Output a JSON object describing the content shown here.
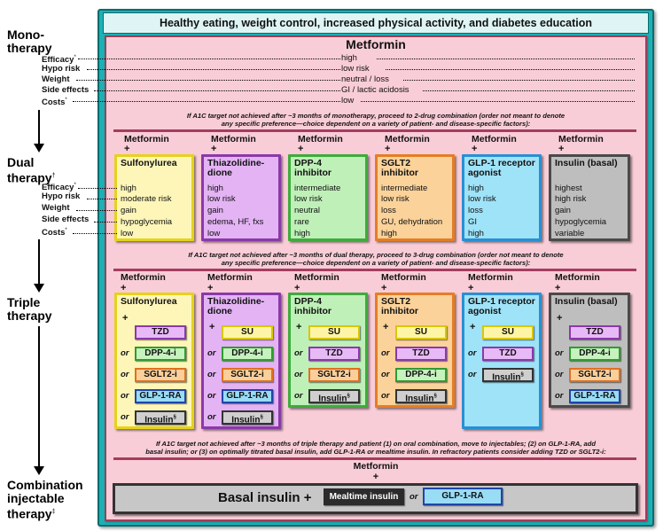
{
  "banner": "Healthy eating, weight control, increased physical activity, and diabetes education",
  "stages": {
    "mono": [
      "Mono-",
      "therapy"
    ],
    "dual": [
      "Dual",
      "therapy"
    ],
    "dual_mark": "†",
    "triple": [
      "Triple",
      "therapy"
    ],
    "combo": [
      "Combination",
      "injectable",
      "therapy"
    ],
    "combo_mark": "‡"
  },
  "row_labels": {
    "efficacy": "Efficacy",
    "efficacy_mark": "*",
    "hypo": "Hypo risk",
    "weight": "Weight",
    "side": "Side effects",
    "costs": "Costs",
    "costs_mark": "*"
  },
  "mono": {
    "title": "Metformin",
    "values": [
      "high",
      "low risk",
      "neutral / loss",
      "GI / lactic acidosis",
      "low"
    ]
  },
  "note_dual": [
    "If A1C target not achieved after ~3 months of monotherapy, proceed to 2-drug combination (order not meant to denote",
    "any specific preference—choice dependent on a variety of patient- and disease-specific factors):"
  ],
  "note_triple": [
    "If A1C target not achieved after ~3 months of dual therapy, proceed to 3-drug combination (order not meant to denote",
    "any specific preference—choice dependent on a variety of patient- and disease-specific factors):"
  ],
  "note_combo": [
    "If A1C target not achieved after ~3 months of triple therapy and patient (1) on oral combination, move to injectables; (2) on GLP-1-RA, add",
    "basal insulin; or (3) on optimally titrated basal insulin, add GLP-1-RA or mealtime insulin. In refractory patients consider adding TZD or SGLT2-i:"
  ],
  "metformin": "Metformin",
  "plus": "+",
  "or": "or",
  "dual": {
    "drugs": [
      {
        "name": [
          "Sulfonylurea"
        ],
        "values": [
          "high",
          "moderate risk",
          "gain",
          "hypoglycemia",
          "low"
        ]
      },
      {
        "name": [
          "Thiazolidine-",
          "dione"
        ],
        "values": [
          "high",
          "low risk",
          "gain",
          "edema, HF, fxs",
          "low"
        ]
      },
      {
        "name": [
          "DPP-4",
          "inhibitor"
        ],
        "values": [
          "intermediate",
          "low risk",
          "neutral",
          "rare",
          "high"
        ]
      },
      {
        "name": [
          "SGLT2",
          "inhibitor"
        ],
        "values": [
          "intermediate",
          "low risk",
          "loss",
          "GU, dehydration",
          "high"
        ]
      },
      {
        "name": [
          "GLP-1 receptor",
          "agonist"
        ],
        "values": [
          "high",
          "low risk",
          "loss",
          "GI",
          "high"
        ]
      },
      {
        "name": [
          "Insulin (basal)"
        ],
        "values": [
          "highest",
          "high risk",
          "gain",
          "hypoglycemia",
          "variable"
        ]
      }
    ]
  },
  "triple": {
    "drugs": [
      {
        "name": [
          "Sulfonylurea"
        ],
        "options": [
          "TZD",
          "DPP-4-i",
          "SGLT2-i",
          "GLP-1-RA",
          "Insulin"
        ]
      },
      {
        "name": [
          "Thiazolidine-",
          "dione"
        ],
        "options": [
          "SU",
          "DPP-4-i",
          "SGLT2-i",
          "GLP-1-RA",
          "Insulin"
        ]
      },
      {
        "name": [
          "DPP-4",
          "inhibitor"
        ],
        "options": [
          "SU",
          "TZD",
          "SGLT2-i",
          "Insulin"
        ]
      },
      {
        "name": [
          "SGLT2",
          "inhibitor"
        ],
        "options": [
          "SU",
          "TZD",
          "DPP-4-i",
          "Insulin"
        ]
      },
      {
        "name": [
          "GLP-1 receptor",
          "agonist"
        ],
        "options": [
          "SU",
          "TZD",
          "Insulin"
        ]
      },
      {
        "name": [
          "Insulin (basal)"
        ],
        "options": [
          "TZD",
          "DPP-4-i",
          "SGLT2-i",
          "GLP-1-RA"
        ]
      }
    ],
    "insulin_mark": "§"
  },
  "combo": {
    "basal": "Basal insulin +",
    "mealtime": "Mealtime insulin",
    "glp": "GLP-1-RA"
  },
  "colors": {
    "outer": "#1ab2b5",
    "inner": "#f9cdd7",
    "separator": "#a43d5f",
    "sulfonylurea": "#fdf6b8",
    "tzd": "#e3b3f4",
    "dpp4": "#bff0b8",
    "sglt2": "#fbd29a",
    "glp1": "#9fe3f8",
    "insulin": "#bebebe"
  }
}
